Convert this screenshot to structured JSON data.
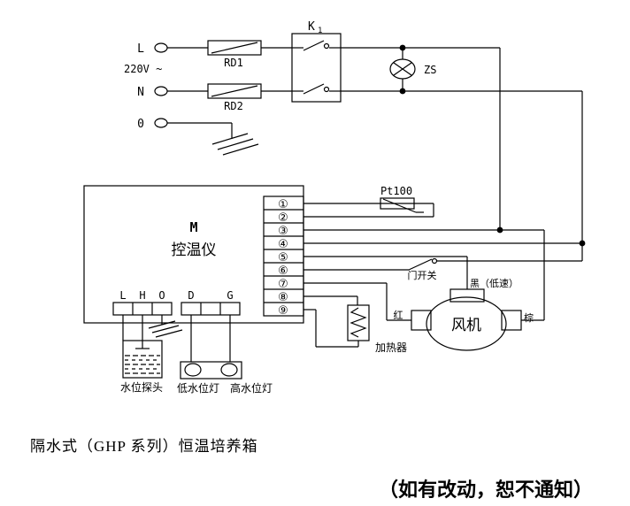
{
  "power": {
    "line_label": "L",
    "voltage_label": "220V ~",
    "neutral_label": "N",
    "zero_label": "0",
    "fuse1_label": "RD1",
    "fuse2_label": "RD2",
    "switch_label": "K",
    "switch_sub": "1",
    "lamp_label": "ZS"
  },
  "controller": {
    "name": "M",
    "title": "控温仪",
    "terminals": [
      "①",
      "②",
      "③",
      "④",
      "⑤",
      "⑥",
      "⑦",
      "⑧",
      "⑨"
    ],
    "bottom_left_terminals": [
      "L",
      "H",
      "O"
    ],
    "bottom_right_terminal_d": "D",
    "bottom_right_terminal_g": "G"
  },
  "sensor": {
    "pt100_label": "Pt100",
    "door_switch_label": "门开关"
  },
  "heater": {
    "label": "加热器"
  },
  "fan": {
    "label": "风机",
    "black_wire_label": "黑（低速）",
    "red_wire_label": "红",
    "brown_wire_label": "棕"
  },
  "water": {
    "probe_label": "水位探头",
    "low_lamp_label": "低水位灯",
    "high_lamp_label": "高水位灯"
  },
  "captions": {
    "title": "隔水式（GHP 系列）恒温培养箱",
    "notice": "（如有改动，恕不通知）"
  },
  "colors": {
    "ink": "#000000",
    "paper": "#ffffff"
  }
}
